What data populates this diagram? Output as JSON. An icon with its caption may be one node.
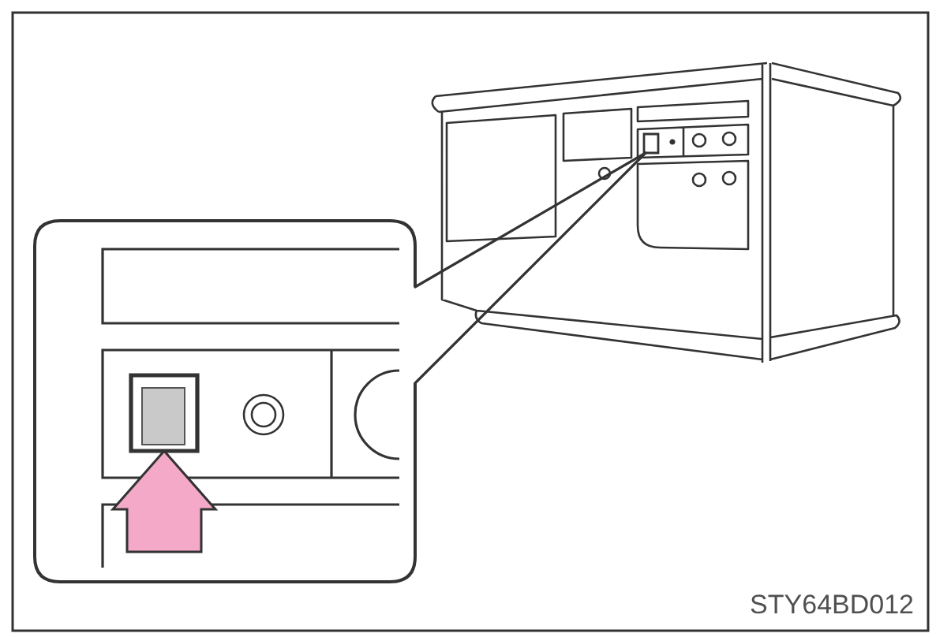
{
  "diagram": {
    "nodes": [
      {
        "text": [],
        "shape": "picture"
      },
      {
        "text": [],
        "shape": "box",
        "in": 0
      },
      {
        "text": [],
        "shape": "box"
      },
      {
        "text": [],
        "shape": "box",
        "in": 2
      }
    ],
    "edges": [
      {
        "from": 2,
        "to": 1,
        "arrow": "none"
      },
      {
        "from": null,
        "to": 3,
        "arrow": "to",
        "style": "thick",
        "color": "#f4a9c8"
      }
    ],
    "labels": [
      "STY64BD012"
    ]
  }
}
